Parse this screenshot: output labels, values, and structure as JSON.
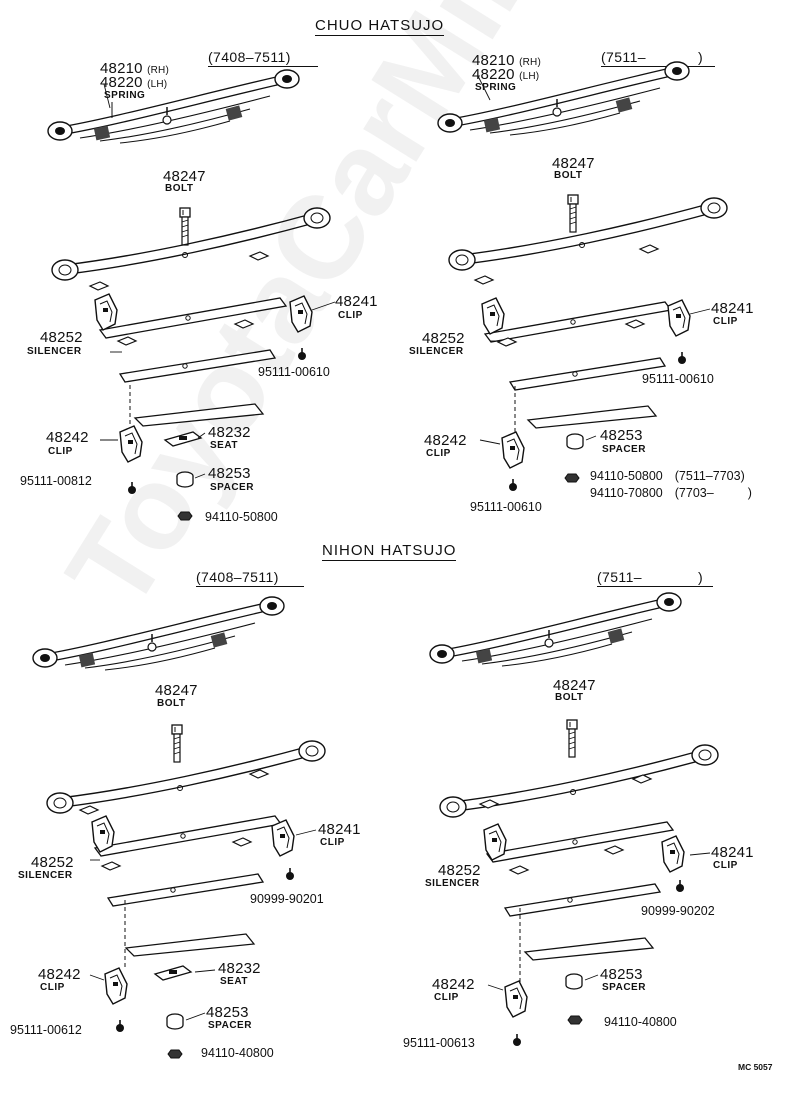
{
  "headers": {
    "chuo": "CHUO HATSUJO",
    "nihon": "NIHON HATSUJO"
  },
  "watermark": "ToyotaCarMine.ru",
  "figure_code": "MC 5057",
  "ranges": {
    "a": "(7408–7511)",
    "b": "(7511–",
    "b_close": ")",
    "c": "(7408–7511)",
    "d": "(7511–",
    "d_close": ")"
  },
  "labels": {
    "spring_rh_a": "48210",
    "spring_lh_a": "48220",
    "rh": "(RH)",
    "lh": "(LH)",
    "spring": "SPRING",
    "spring_rh_b": "48210",
    "spring_lh_b": "48220",
    "bolt_no": "48247",
    "bolt": "BOLT",
    "clip41_no": "48241",
    "clip": "CLIP",
    "silencer_no": "48252",
    "silencer": "SILENCER",
    "clip42_no": "48242",
    "seat_no": "48232",
    "seat": "SEAT",
    "spacer_no": "48253",
    "spacer": "SPACER",
    "a_screw1": "95111-00610",
    "a_screw2": "95111-00812",
    "a_nut": "94110-50800",
    "b_screw1": "95111-00610",
    "b_screw2": "95111-00610",
    "b_nut1": "94110-50800",
    "b_nut1_range": "(7511–7703)",
    "b_nut2": "94110-70800",
    "b_nut2_range": "(7703–",
    "b_nut2_close": ")",
    "c_screw1": "90999-90201",
    "c_screw2": "95111-00612",
    "c_nut": "94110-40800",
    "d_screw1": "90999-90202",
    "d_screw2": "95111-00613",
    "d_nut": "94110-40800"
  }
}
